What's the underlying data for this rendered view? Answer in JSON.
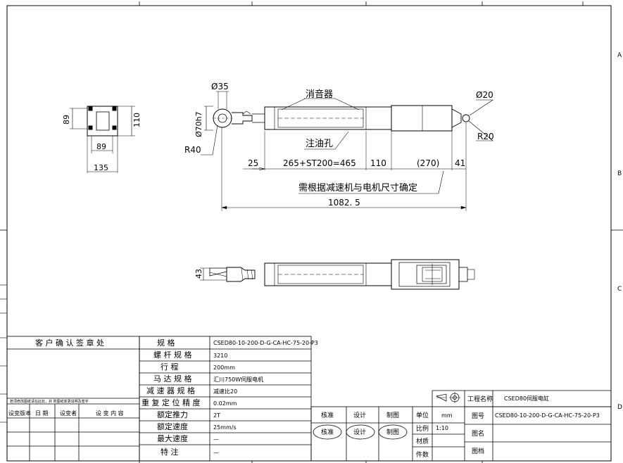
{
  "border": {
    "right_zones": [
      "A",
      "B",
      "C",
      "D"
    ]
  },
  "dims": {
    "end_view_w_top": "89",
    "end_view_h_left": "89",
    "end_view_h_right": "110",
    "end_view_w_bottom": "135",
    "rod_end_dia": "Ø35",
    "rod_end_fit": "Ø70h7",
    "rod_end_radius": "R40",
    "rear_pin_dia": "Ø20",
    "rear_radius": "R20",
    "seg1": "25",
    "seg2": "265+ST200=465",
    "seg3": "110",
    "seg4": "(270)",
    "seg5": "41",
    "total": "1082. 5",
    "side_height": "43"
  },
  "labels": {
    "silencer": "消音器",
    "oil_hole": "注油孔",
    "motor_note": "需根据减速机与电机尺寸确定"
  },
  "customer_box": {
    "header": "客 户 确 认 签 章 处",
    "notice": "若须修改图纸请在此处，并 附图纸变更说明及签字",
    "revision_headers": [
      "设变版本",
      "日 期",
      "设变者",
      "设 变 内 容"
    ]
  },
  "spec_table": {
    "rows": [
      {
        "label": "规 格",
        "value": "CSED80-10-200-D-G-CA-HC-75-20-P3"
      },
      {
        "label": "螺 杆 规 格",
        "value": "3210"
      },
      {
        "label": "行 程",
        "value": "200mm"
      },
      {
        "label": "马 达 规 格",
        "value": "汇川750W伺服电机"
      },
      {
        "label": "减 速 器 规 格",
        "value": "减速比20"
      },
      {
        "label": "重 复 定 位 精 度",
        "value": "0.02mm"
      },
      {
        "label": "额定推力",
        "value": "2T"
      },
      {
        "label": "额定速度",
        "value": "25mm/s"
      },
      {
        "label": "最大速度",
        "value": "—"
      },
      {
        "label": "特 注",
        "value": "—"
      }
    ]
  },
  "title_block": {
    "project_label": "工程名称",
    "project_value": "CSED80伺服电缸",
    "drawing_no_label": "图号",
    "drawing_no_value": "CSED80-10-200-D-G-CA-HC-75-20-P3",
    "drawing_name_label": "图名",
    "archive_label": "图档",
    "check": "核准",
    "design": "设计",
    "draw": "制图",
    "unit_label": "单位",
    "unit_value": "mm",
    "scale_label": "比例",
    "scale_value": "1:10",
    "material_label": "材质",
    "quantity_label": "件数"
  }
}
